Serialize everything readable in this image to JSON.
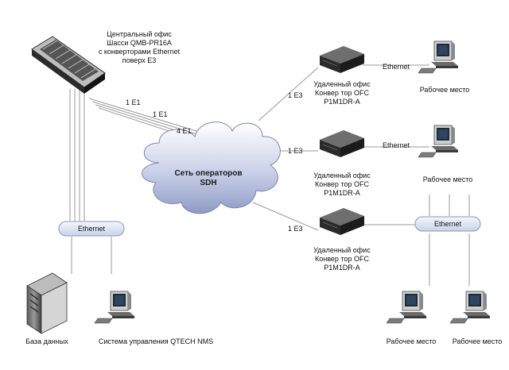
{
  "central_office": {
    "line1": "Центральный офис",
    "line2": "Шасси QMB-PR16A",
    "line3": "с конверторами Ethernet",
    "line4": "поверх E3"
  },
  "links": {
    "e1_a": "1 E1",
    "e1_b": "1 E1",
    "e1_c": "4 E1",
    "e3_top": "1 E3",
    "e3_mid": "1 E3",
    "e3_bot": "1 E3"
  },
  "cloud": {
    "line1": "Сеть операторов",
    "line2": "SDH"
  },
  "remote_offices": [
    {
      "line1": "Удаленный офис",
      "line2": "Конвер тор OFC",
      "line3": "P1M1DR-A"
    },
    {
      "line1": "Удаленный офис",
      "line2": "Конвер тор OFC",
      "line3": "P1M1DR-A"
    },
    {
      "line1": "Удаленный офис",
      "line2": "Конвер тор OFC",
      "line3": "P1M1DR-A"
    }
  ],
  "ethernet": {
    "top": "Ethernet",
    "mid": "Ethernet",
    "bus_bottom_right": "Ethernet",
    "bus_left": "Ethernet"
  },
  "workstations": {
    "top": "Рабочее место",
    "mid": "Рабочее место",
    "bottom_left": "Рабочее место",
    "bottom_right": "Рабочее место"
  },
  "database": "База данных",
  "nms": "Система управления QTECH NMS",
  "colors": {
    "line": "#9a9a9a",
    "bus_fill": "#dfe6f2",
    "cloud_light": "#ffffff",
    "cloud_dark": "#8e9bc4",
    "device_dark": "#2b2b2b"
  }
}
